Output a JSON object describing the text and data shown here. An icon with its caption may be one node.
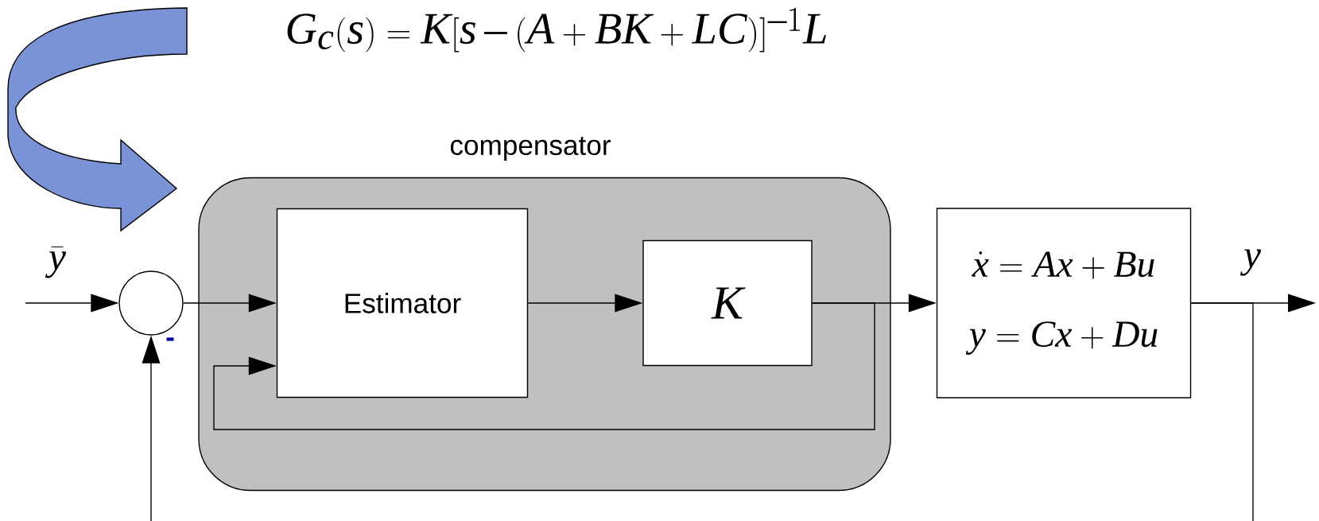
{
  "diagram": {
    "nodes": [
      {
        "text": [
          "compensator"
        ]
      },
      {
        "text": [
          "Estimator"
        ],
        "in": 0
      },
      {
        "text": [
          "K"
        ],
        "in": 0
      },
      {
        "text": [
          "\\dot{x}=Ax+Bu",
          "y=Cx+Du"
        ]
      },
      {
        "text": [],
        "shape": "circle"
      }
    ],
    "edges": [
      {
        "from": null,
        "to": 4,
        "arrow": "to"
      },
      {
        "from": 4,
        "to": 1,
        "arrow": "to"
      },
      {
        "from": 1,
        "to": 2,
        "arrow": "to"
      },
      {
        "from": 2,
        "to": 3,
        "arrow": "to"
      },
      {
        "from": 2,
        "to": 1,
        "arrow": "to"
      },
      {
        "from": 3,
        "to": null,
        "arrow": "to"
      },
      {
        "from": 3,
        "to": 4,
        "arrow": "to"
      }
    ],
    "labels": [
      "G_c(s)=K\\biggl[s-\\bigl(A+BK+LC\\bigr)\\biggr]^{-1}L",
      "\\bar{y}",
      "y",
      "-"
    ]
  }
}
